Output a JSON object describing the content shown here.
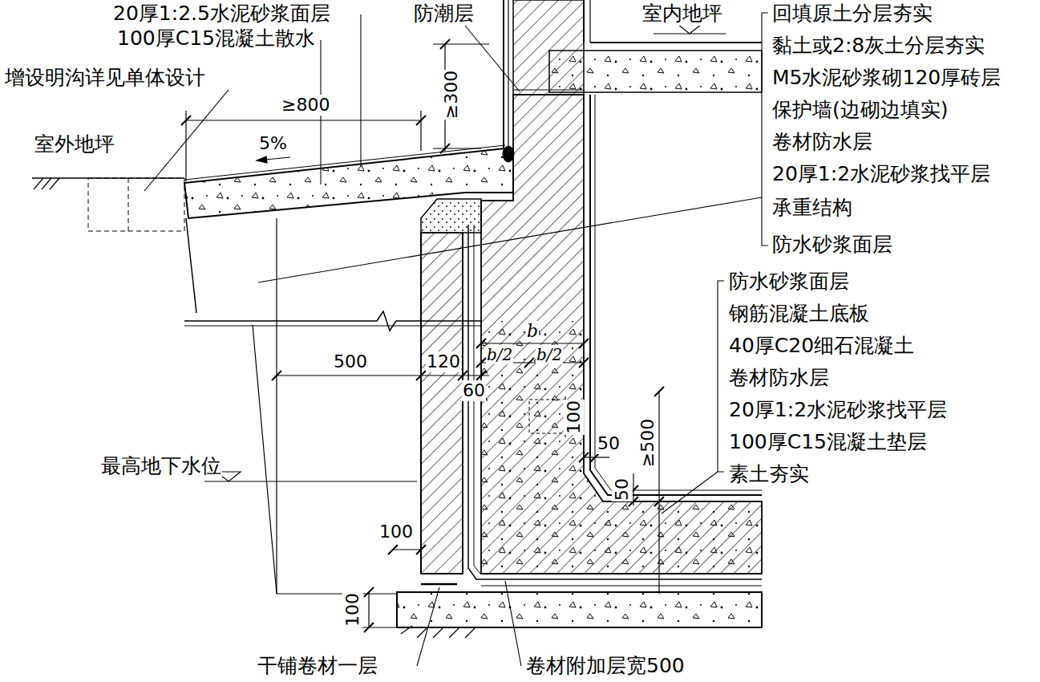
{
  "diagram": {
    "labels": [
      "20厚1:2.5水泥砂浆面层",
      "100厚C15混凝土散水",
      "防潮层",
      "室内地坪",
      "回填原土分层夯实",
      "黏土或2:8灰土分层夯实",
      "M5水泥砂浆砌120厚砖层",
      "保护墙(边砌边填实)",
      "卷材防水层",
      "20厚1:2水泥砂浆找平层",
      "承重结构",
      "防水砂浆面层",
      "增设明沟详见单体设计",
      "≥800",
      "≥300",
      "室外地坪",
      "5%",
      "防水砂浆面层",
      "钢筋混凝土底板",
      "40厚C20细石混凝土",
      "卷材防水层",
      "20厚1:2水泥砂浆找平层",
      "100厚C15混凝土垫层",
      "素土夯实",
      "b",
      "b/2",
      "b/2",
      "500",
      "120",
      "60",
      "100",
      "50",
      "50",
      "≥500",
      "最高地下水位",
      "100",
      "100",
      "干铺卷材一层",
      "卷材附加层宽500"
    ]
  }
}
